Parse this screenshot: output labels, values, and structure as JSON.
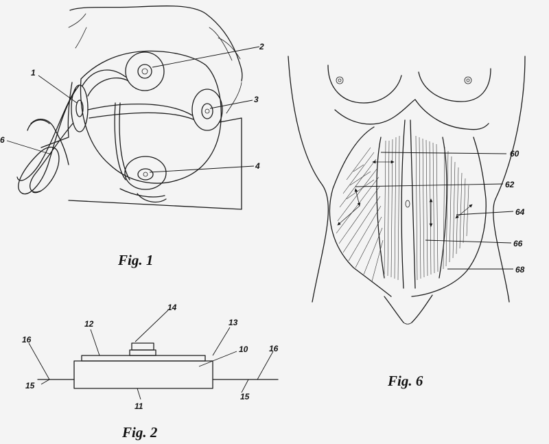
{
  "figures": {
    "fig1": {
      "caption": "Fig. 1",
      "labels": {
        "l1": "1",
        "l2": "2",
        "l3": "3",
        "l4": "4",
        "l6": "6"
      }
    },
    "fig2": {
      "caption": "Fig. 2",
      "labels": {
        "l10": "10",
        "l11": "11",
        "l12": "12",
        "l13": "13",
        "l14": "14",
        "l15a": "15",
        "l15b": "15",
        "l16a": "16",
        "l16b": "16"
      }
    },
    "fig6": {
      "caption": "Fig. 6",
      "labels": {
        "l60": "60",
        "l62": "62",
        "l64": "64",
        "l66": "66",
        "l68": "68"
      }
    }
  }
}
